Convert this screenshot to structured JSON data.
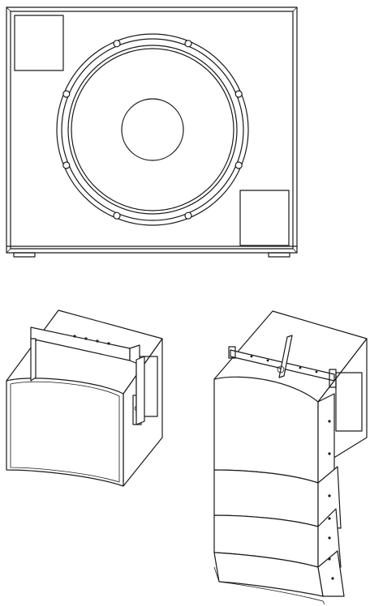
{
  "figure": {
    "views": [
      {
        "id": "subwoofer-front",
        "kind": "front-elevation"
      },
      {
        "id": "single-cabinet-with-bracket",
        "kind": "isometric"
      },
      {
        "id": "line-array-stack",
        "kind": "isometric",
        "stacked_cabinets": 4
      }
    ],
    "line_color": "#1a1a1a",
    "background": "#ffffff"
  }
}
